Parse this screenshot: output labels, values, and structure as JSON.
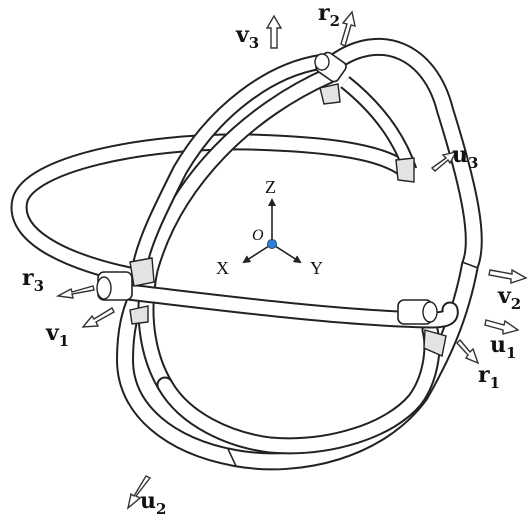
{
  "axes": {
    "origin": "O",
    "x": "X",
    "y": "Y",
    "z": "Z"
  },
  "vectors": {
    "v3": {
      "base": "v",
      "sub": "3"
    },
    "r2": {
      "base": "r",
      "sub": "2"
    },
    "u3": {
      "base": "u",
      "sub": "3"
    },
    "v2": {
      "base": "v",
      "sub": "2"
    },
    "u1": {
      "base": "u",
      "sub": "1"
    },
    "r1": {
      "base": "r",
      "sub": "1"
    },
    "r3": {
      "base": "r",
      "sub": "3"
    },
    "v1": {
      "base": "v",
      "sub": "1"
    },
    "u2": {
      "base": "u",
      "sub": "2"
    }
  },
  "colors": {
    "line": "#222222",
    "tube_fill": "#ffffff",
    "joint_shade": "#e3e3e3",
    "origin_dot": "#2f7fd3"
  }
}
